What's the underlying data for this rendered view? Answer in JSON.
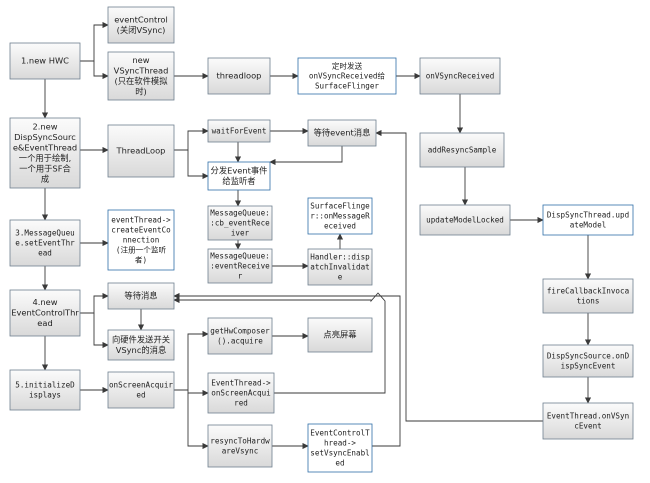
{
  "nodes": [
    {
      "id": "hwc",
      "lines": [
        "1.new HWC"
      ]
    },
    {
      "id": "event_control",
      "lines": [
        "eventControl",
        "(关闭VSync)"
      ]
    },
    {
      "id": "new_vsync_thread",
      "lines": [
        "new",
        "VSyncThread",
        "(只在软件模拟",
        "时)"
      ]
    },
    {
      "id": "threadloop",
      "lines": [
        "threadloop"
      ]
    },
    {
      "id": "timed_send",
      "lines": [
        "定时发送",
        "onVSyncReceived给",
        "SurfaceFlinger"
      ]
    },
    {
      "id": "on_vsync_received",
      "lines": [
        "onVSyncReceived"
      ]
    },
    {
      "id": "dispsync",
      "lines": [
        "2.new",
        "DispSyncSourc",
        "e&EventThread",
        "一个用于绘制,",
        "一个用于SF合",
        "成"
      ]
    },
    {
      "id": "thread_loop",
      "lines": [
        "ThreadLoop"
      ]
    },
    {
      "id": "wait_for_event",
      "lines": [
        "waitForEvent"
      ]
    },
    {
      "id": "wait_event_msg",
      "lines": [
        "等待event消息"
      ]
    },
    {
      "id": "add_resync_sample",
      "lines": [
        "addResyncSample"
      ]
    },
    {
      "id": "dispatch_event",
      "lines": [
        "分发Event事件",
        "给监听者"
      ]
    },
    {
      "id": "sf_on_message_received",
      "lines": [
        "SurfaceFlinge",
        "r::onMessageR",
        "eceived"
      ]
    },
    {
      "id": "mq_cb_event_receiver",
      "lines": [
        "MessageQueue:",
        ":cb_eventRece",
        "iver"
      ]
    },
    {
      "id": "update_resync_model",
      "lines": [
        "updateModelLocked"
      ]
    },
    {
      "id": "dispsync_update_model",
      "lines": [
        "DispSyncThread.upd",
        "ateModel"
      ]
    },
    {
      "id": "message_queue_set",
      "lines": [
        "3.MessageQueu",
        "e.setEventThr",
        "ead"
      ]
    },
    {
      "id": "create_connection",
      "lines": [
        "eventThread->",
        "createEventCo",
        "nnection",
        "(注册一个监听",
        "者)"
      ]
    },
    {
      "id": "mq_event_receiver",
      "lines": [
        "MessageQueue:",
        ":eventReceive",
        "r"
      ]
    },
    {
      "id": "handler_dispatch",
      "lines": [
        "Handler::disp",
        "atchInvalidat",
        "e"
      ]
    },
    {
      "id": "fire_callback",
      "lines": [
        "fireCallbackInvoca",
        "tions"
      ]
    },
    {
      "id": "new_event_control_thread",
      "lines": [
        "4.new",
        "EventControlThr",
        "ead"
      ]
    },
    {
      "id": "wait_msg",
      "lines": [
        "等待消息"
      ]
    },
    {
      "id": "send_hw_switch",
      "lines": [
        "向硬件发送开关",
        "VSync的消息"
      ]
    },
    {
      "id": "get_hw_composer",
      "lines": [
        "getHwComposer",
        "().acquire"
      ]
    },
    {
      "id": "light_screen",
      "lines": [
        "点亮屏幕"
      ]
    },
    {
      "id": "dispsync_source_on_dispsync",
      "lines": [
        "DispSyncSource.onD",
        "ispSyncEvent"
      ]
    },
    {
      "id": "initialize_displays",
      "lines": [
        "5.initializeD",
        "isplays"
      ]
    },
    {
      "id": "on_screen_acquired",
      "lines": [
        "onScreenAcquir",
        "ed"
      ]
    },
    {
      "id": "event_thread_on_screen_acquired",
      "lines": [
        "EventThread->",
        "onScreenAcqui",
        "red"
      ]
    },
    {
      "id": "event_thread_on_vsync",
      "lines": [
        "EventThread.onVSyn",
        "cEvent"
      ]
    },
    {
      "id": "resync_to_hardware",
      "lines": [
        "resyncToHardw",
        "areVsync"
      ]
    },
    {
      "id": "event_control_thread_set",
      "lines": [
        "EventControlT",
        "hread->",
        "setVsyncEnabl",
        "ed"
      ]
    }
  ]
}
